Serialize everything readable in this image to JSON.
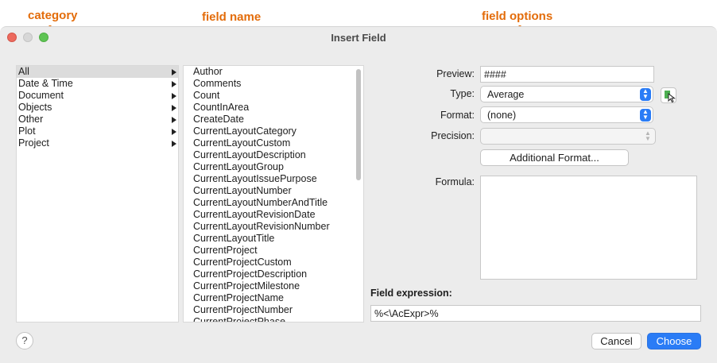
{
  "annotations": {
    "category": "category",
    "field_name": "field name",
    "field_options": "field options"
  },
  "window": {
    "title": "Insert Field"
  },
  "categories": [
    {
      "label": "All",
      "selected": true
    },
    {
      "label": "Date & Time"
    },
    {
      "label": "Document"
    },
    {
      "label": "Objects"
    },
    {
      "label": "Other"
    },
    {
      "label": "Plot"
    },
    {
      "label": "Project"
    }
  ],
  "fields": [
    "Author",
    "Comments",
    "Count",
    "CountInArea",
    "CreateDate",
    "CurrentLayoutCategory",
    "CurrentLayoutCustom",
    "CurrentLayoutDescription",
    "CurrentLayoutGroup",
    "CurrentLayoutIssuePurpose",
    "CurrentLayoutNumber",
    "CurrentLayoutNumberAndTitle",
    "CurrentLayoutRevisionDate",
    "CurrentLayoutRevisionNumber",
    "CurrentLayoutTitle",
    "CurrentProject",
    "CurrentProjectCustom",
    "CurrentProjectDescription",
    "CurrentProjectMilestone",
    "CurrentProjectName",
    "CurrentProjectNumber",
    "CurrentProjectPhase"
  ],
  "options": {
    "preview_label": "Preview:",
    "preview_value": "####",
    "type_label": "Type:",
    "type_value": "Average",
    "format_label": "Format:",
    "format_value": "(none)",
    "precision_label": "Precision:",
    "precision_value": "",
    "additional_format_button": "Additional Format...",
    "formula_label": "Formula:"
  },
  "expression": {
    "label": "Field expression:",
    "value": "%<\\AcExpr>%"
  },
  "buttons": {
    "help": "?",
    "cancel": "Cancel",
    "choose": "Choose"
  },
  "colors": {
    "annotation": "#e36c0a",
    "accent": "#2a7cf6"
  }
}
